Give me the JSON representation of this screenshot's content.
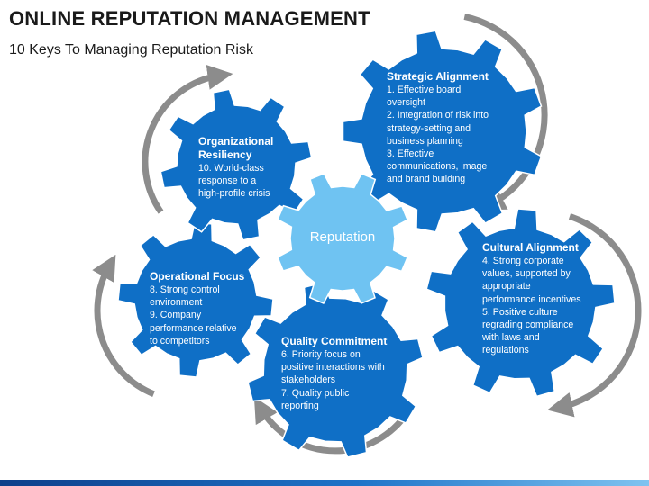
{
  "title": "ONLINE REPUTATION MANAGEMENT",
  "subtitle": "10 Keys To Managing Reputation Risk",
  "colors": {
    "gear_blue": "#0f6fc6",
    "center_gear": "#6fc3f2",
    "arrow_gray": "#8c8c8c",
    "title_text": "#1a1a1a"
  },
  "center": {
    "label": "Reputation"
  },
  "gears": [
    {
      "id": "strategic-alignment",
      "heading": "Strategic Alignment",
      "lines": [
        "1. Effective board",
        "oversight",
        "2. Integration of risk into",
        "strategy-setting and",
        "business planning",
        "3. Effective",
        "communications, image",
        "and brand building"
      ]
    },
    {
      "id": "cultural-alignment",
      "heading": "Cultural Alignment",
      "lines": [
        "4. Strong corporate",
        "values, supported by",
        "appropriate",
        "performance incentives",
        "5. Positive culture",
        "regrading compliance",
        "with laws and",
        "regulations"
      ]
    },
    {
      "id": "quality-commitment",
      "heading": "Quality Commitment",
      "lines": [
        "6. Priority focus on",
        "positive interactions with",
        "stakeholders",
        "7. Quality public",
        "reporting"
      ]
    },
    {
      "id": "operational-focus",
      "heading": "Operational Focus",
      "lines": [
        "8. Strong control",
        "environment",
        "9. Company",
        "performance relative",
        "to competitors"
      ]
    },
    {
      "id": "organizational-resiliency",
      "heading_lines": [
        "Organizational",
        "Resiliency"
      ],
      "lines": [
        "10. World-class",
        "response to a",
        "high-profile crisis"
      ]
    }
  ]
}
